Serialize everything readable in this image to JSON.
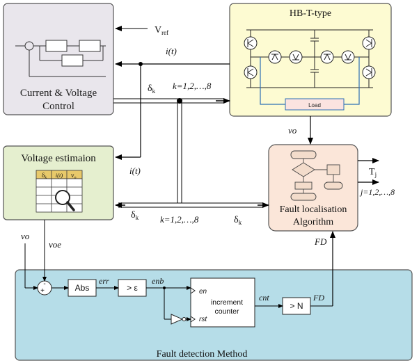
{
  "blocks": {
    "control": {
      "title": "Current & Voltage",
      "title2": "Control",
      "fill": "#e9e6ec"
    },
    "hb": {
      "title": "HB-T-type",
      "fill": "#fdfbd2",
      "load_label": "Load"
    },
    "voltage_est": {
      "title": "Voltage estimaion",
      "fill": "#e5efcf",
      "table_headers": [
        "δ",
        "i(t)",
        "v"
      ],
      "header_subs": [
        "k",
        "",
        "o"
      ]
    },
    "fault_loc": {
      "title": "Fault localisation",
      "title2": "Algorithm",
      "fill": "#fbe6d9"
    },
    "fault_det": {
      "title": "Fault detection Method",
      "fill": "#b6dde8"
    }
  },
  "signals": {
    "vref": "V",
    "vref_sub": "ref",
    "i_top": "i(t)",
    "delta": "δ",
    "delta_sub": "k",
    "k_range": "k=1,2,…,8",
    "i_mid": "i(t)",
    "vo_top": "vo",
    "tj": "T",
    "tj_sub": "j",
    "j_range": "j=1,2,…,8",
    "delta_left": "δ",
    "delta_left_sub": "k",
    "k_range2": "k=1,2,…,8",
    "delta_right": "δ",
    "delta_right_sub": "k",
    "vo_left": "vo",
    "voe": "voe",
    "fd_up": "FD",
    "err": "err",
    "enb": "enb",
    "cnt": "cnt",
    "fd_right": "FD"
  },
  "detection": {
    "minus": "-",
    "plus": "+",
    "abs": "Abs",
    "threshold": "> ε",
    "en": "en",
    "rst": "rst",
    "counter": "increment",
    "counter2": "counter",
    "n_compare": "> N"
  }
}
